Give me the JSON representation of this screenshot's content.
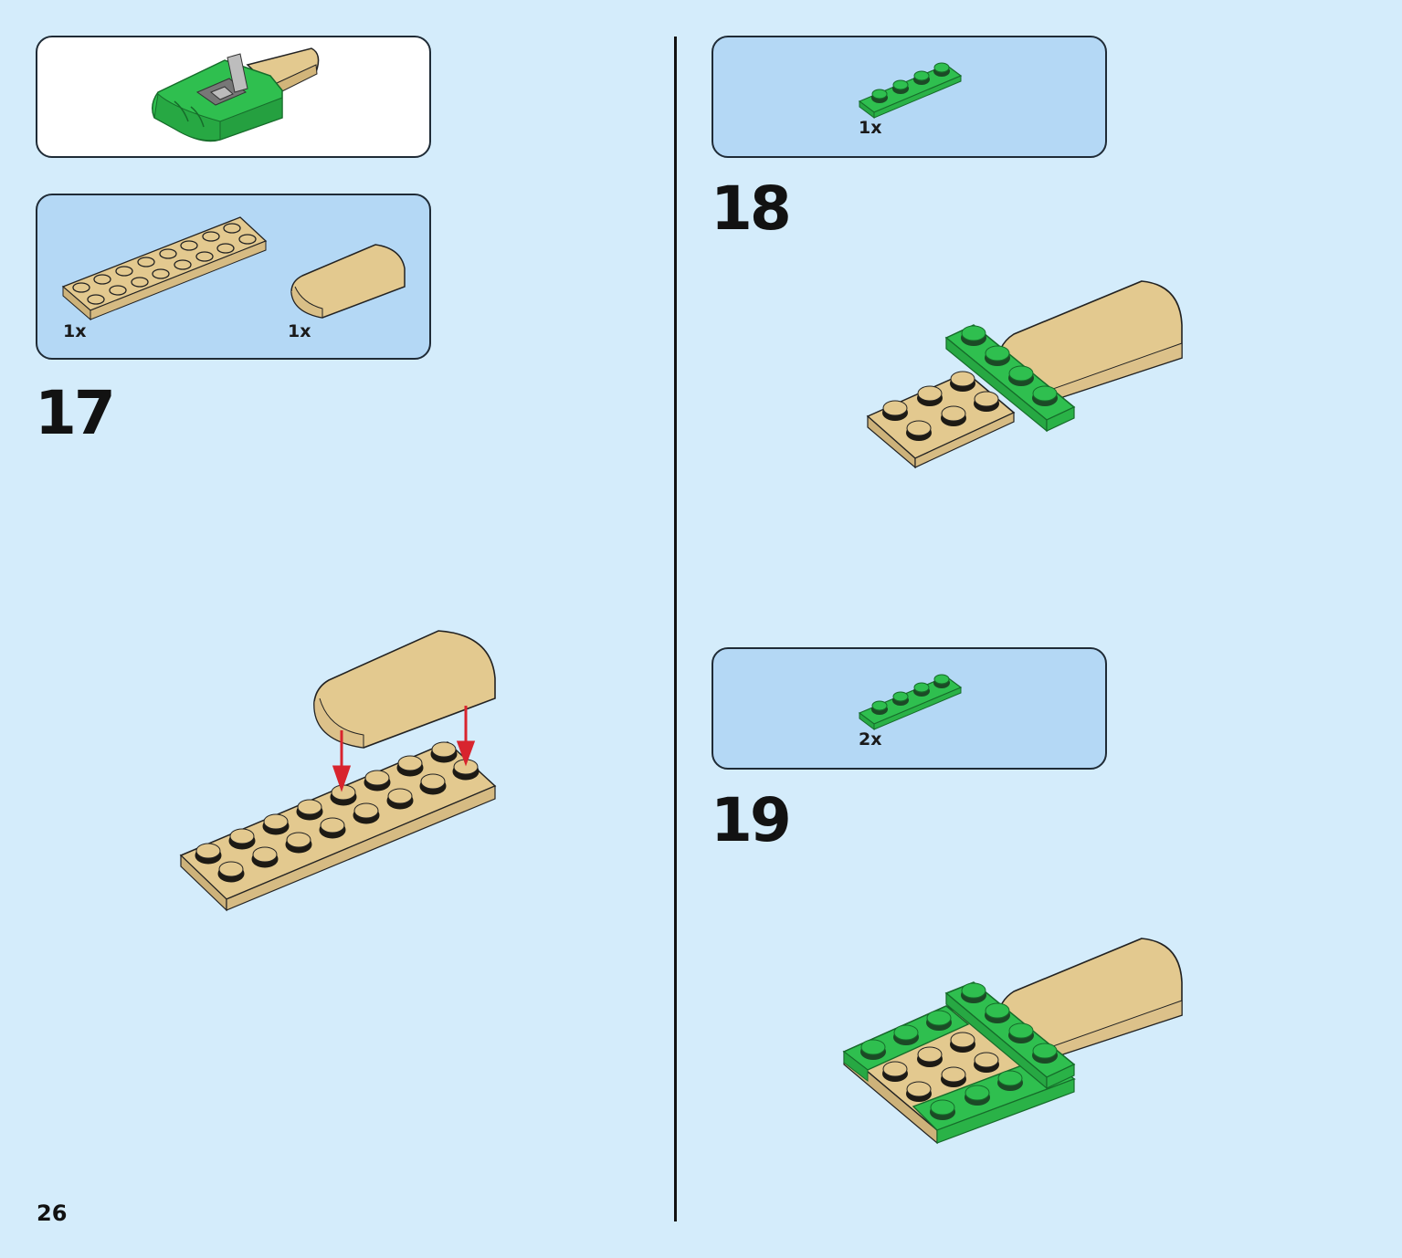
{
  "page": {
    "number": "26"
  },
  "colors": {
    "background": "#d4ecfb",
    "callout": "#b4d8f5",
    "tan": "#e3c98f",
    "green": "#2fbf4f",
    "arrow": "#d8242e"
  },
  "preview": {
    "icon": "green-tan-assembly-icon"
  },
  "steps": [
    {
      "number": "17",
      "parts": [
        {
          "qty": "1x",
          "icon": "tan-plate-2x8-icon"
        },
        {
          "qty": "1x",
          "icon": "tan-curved-slope-icon"
        }
      ]
    },
    {
      "number": "18",
      "parts": [
        {
          "qty": "1x",
          "icon": "green-plate-1x4-icon"
        }
      ]
    },
    {
      "number": "19",
      "parts": [
        {
          "qty": "2x",
          "icon": "green-plate-1x4-icon"
        }
      ]
    }
  ]
}
